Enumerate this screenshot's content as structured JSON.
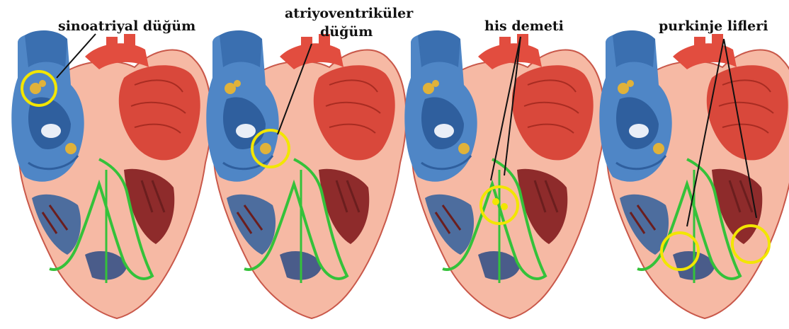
{
  "labels": {
    "sa_node": "sinoatriyal düğüm",
    "av_node_line1": "atriyoventriküler",
    "av_node_line2": "düğüm",
    "his_bundle": "his demeti",
    "purkinje": "purkinje lifleri"
  },
  "colors": {
    "vein_blue": "#4f86c6",
    "vein_blue_dark": "#2f5f9e",
    "muscle_red": "#d9483b",
    "muscle_pink": "#f4b39e",
    "highlight_yellow": "#f2e600",
    "node_gold": "#e0b23a",
    "conduction_green": "#34c23a",
    "leader_line": "#111111"
  },
  "panels": [
    {
      "highlight": "sinoatrial-node"
    },
    {
      "highlight": "atrioventricular-node"
    },
    {
      "highlight": "bundle-of-his"
    },
    {
      "highlight": "purkinje-fibers"
    }
  ]
}
